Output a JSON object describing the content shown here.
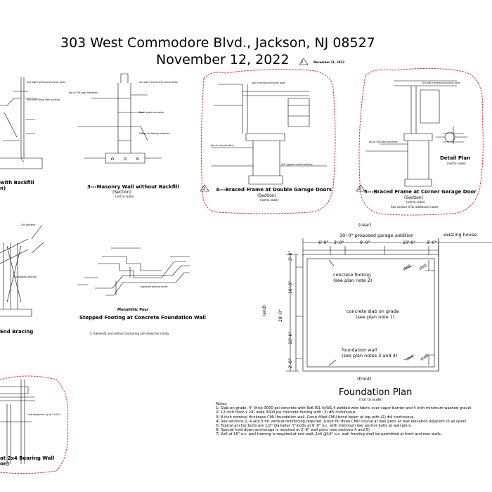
{
  "header": {
    "address": "303 West Commodore Blvd., Jackson, NJ  08527",
    "date": "November 12, 2022",
    "revision_number": "2",
    "revision_date": "November 21, 2022"
  },
  "details": {
    "d1": {
      "title": "with Backfill",
      "sub": "n)"
    },
    "d3": {
      "title": "3---Masonry Wall without Backfill",
      "sub": "(Section)",
      "note": "(not to scale)"
    },
    "d4": {
      "title": "4---Braced Frame at Double Garage Doors",
      "sub": "(Section)",
      "note": "(not to scale)",
      "marker": "2"
    },
    "d5": {
      "title": "5---Braced Frame at Corner Garage Door",
      "sub": "(Section)",
      "note": "(not to scale)",
      "marker": "2",
      "extra": "See section 4 for additional notes"
    },
    "detail_plan": {
      "title": "Detail Plan",
      "note": "(not to scale)"
    },
    "end_bracing": {
      "title": "End Bracing"
    },
    "stepped": {
      "title": "Stepped Footing at Concrete Foundation Wall",
      "sub": "Monolithic Pour",
      "note": "5. Elements and vertical anchoring are shown for clarity."
    },
    "bearing_wall": {
      "title": "at 2x4 Bearing Wall",
      "sub": "on)"
    }
  },
  "plan": {
    "title": "Foundation Plan",
    "note": "(not to scale)",
    "rear": "(rear)",
    "front": "(front)",
    "end": "(end)",
    "overall_width": "30'-0\" proposed garage addition",
    "existing": "existing house",
    "top_dims": [
      "6'-0\"",
      "3'-0\"",
      "9'-0\"",
      "10'-0\"",
      "2'-0\""
    ],
    "left_dims": [
      "2'-8\"",
      "10'-0\"",
      "10'-0\"",
      "2'-8\""
    ],
    "overall_depth": "28'-0\"",
    "footing_label": "concrete footing",
    "footing_note": "(see plan note 2)",
    "slab_label": "concrete slab on grade",
    "slab_note": "(see plan note 1)",
    "wall_label": "foundation wall",
    "wall_note": "(see plan notes 3 and 4)",
    "step_label": "step"
  },
  "notes": {
    "heading": "Notes:",
    "items": [
      "1) Slab-on-grade, 4\" thick 3000 psi concrete with 6x6-W1.4xW1.4 welded wire fabric over vapor barrier and 4 inch minimum washed gravel",
      "2) 12 inch thick x 24\" wide 3000 psi concrete footing with (3) #5 continuous.",
      "3) 8 inch nominal thickness CMU foundation wall.  Grout filled CMU bond beam at top with (2) #4 continuous.",
      "4) See sections 2, 4 and 5 for vertical reinforcing required.  Grout fill three CMU course at wall piers at rear elevation adjacent to all openi",
      "5) Typical anchor bolts are 1/2\" diameter \"J\"-bolts at 6'-0\" o.c. with minimum two anchor bolts at wall piers.",
      "6) Special hold down anchorage is required at 2'-8\" wall piers (see sections  4 and 5).",
      "7) 2x6 at 16\" o.c. wall framing is required at end wall, 2x4 @16\" o.c. wall framing shall be permitted at front and rear walls."
    ]
  },
  "colors": {
    "revision_cloud": "#e0282d",
    "ink": "#000000"
  }
}
